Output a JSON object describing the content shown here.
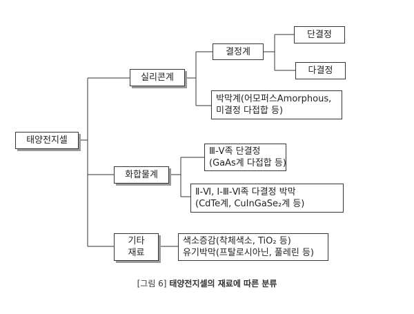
{
  "diagram": {
    "root": "태양전지셀",
    "silicon": {
      "label": "실리콘계",
      "crystal": "결정계",
      "single": "단결정",
      "poly": "다결정",
      "thinfilm_line1": "박막계(어모퍼스Amorphous,",
      "thinfilm_line2": "미결정 다접합 등)"
    },
    "compound": {
      "label": "화합물계",
      "iii_v_line1": "Ⅲ-Ⅴ족 단결정",
      "iii_v_line2": "(GaAs계 다접합 등)",
      "ii_vi_line1": "Ⅱ-Ⅵ, Ⅰ-Ⅲ-Ⅵ족 다결정 박막",
      "ii_vi_line2": "(CdTe계, CuInGaSe₂계 등)"
    },
    "other": {
      "label_line1": "기타",
      "label_line2": "재료",
      "dye_line": "색소증감(착체색소, TiO₂ 등)",
      "organic_line": "유기박막(프탈로시아닌, 풀레린 등)"
    }
  },
  "caption": {
    "figure_label": "[그림 6]",
    "text": "태양전지셀의 재료에 따른 분류"
  }
}
